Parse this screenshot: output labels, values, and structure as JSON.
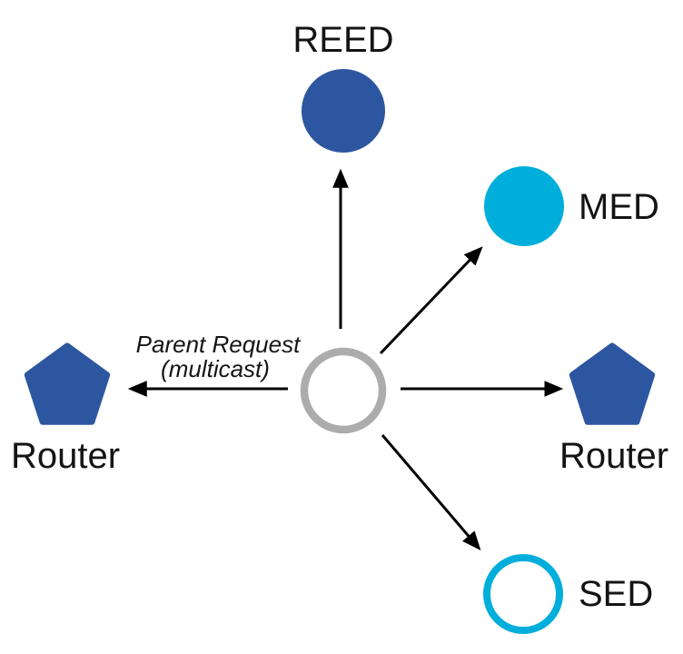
{
  "diagram": {
    "name": "thread-network-attach-diagram",
    "background": "#ffffff",
    "colors": {
      "node_blue": "#2C57A0",
      "node_cyan": "#00AEDB",
      "joiner_gray": "#ACACAC",
      "arrow": "#000000",
      "text": "#141414",
      "white": "#ffffff"
    },
    "annotation": {
      "line1": "Parent Request",
      "line2": "(multicast)"
    },
    "nodes": [
      {
        "id": "reed",
        "label": "REED",
        "shape": "circle",
        "style": "filled-blue"
      },
      {
        "id": "med",
        "label": "MED",
        "shape": "circle",
        "style": "filled-cyan"
      },
      {
        "id": "router-right",
        "label": "Router",
        "shape": "pentagon",
        "style": "filled-blue"
      },
      {
        "id": "sed",
        "label": "SED",
        "shape": "circle",
        "style": "outline-cyan"
      },
      {
        "id": "router-left",
        "label": "Router",
        "shape": "pentagon",
        "style": "filled-blue"
      },
      {
        "id": "joiner",
        "label": "",
        "shape": "circle",
        "style": "outline-gray"
      }
    ],
    "edges": [
      {
        "from": "joiner",
        "to": "reed"
      },
      {
        "from": "joiner",
        "to": "med"
      },
      {
        "from": "joiner",
        "to": "router-right"
      },
      {
        "from": "joiner",
        "to": "router-left",
        "annotation": "Parent Request (multicast)"
      },
      {
        "from": "joiner",
        "to": "sed"
      }
    ]
  }
}
